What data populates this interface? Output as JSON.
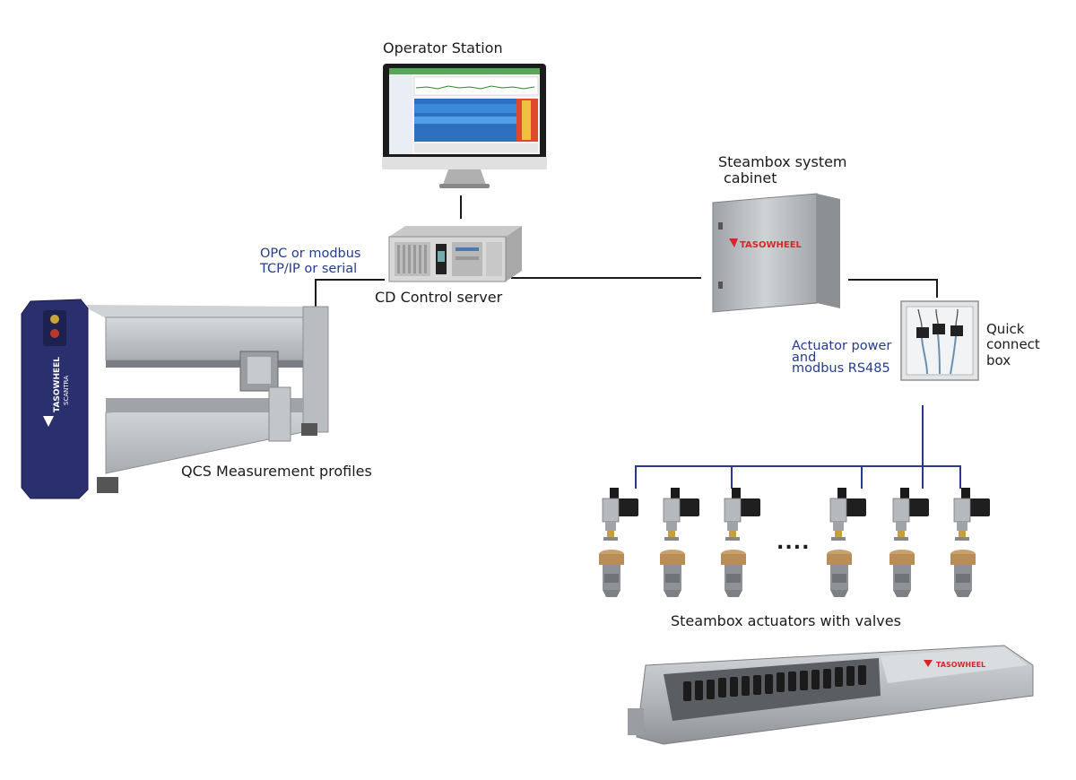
{
  "labels": {
    "operator_station": "Operator Station",
    "cd_control_server": "CD Control server",
    "protocol_line1": "OPC or modbus",
    "protocol_line2": "TCP/IP or serial",
    "steambox_cabinet_line1": "Steambox system",
    "steambox_cabinet_line2": "cabinet",
    "quick_connect_line1": "Quick",
    "quick_connect_line2": "connect",
    "quick_connect_line3": "box",
    "actuator_power_line1": "Actuator power",
    "actuator_power_line2": "and",
    "actuator_power_line3": "modbus RS485",
    "qcs": "QCS Measurement profiles",
    "actuators": "Steambox actuators with valves",
    "ellipsis": "....",
    "brand": "TASOWHEEL",
    "brand_sub": "SCANTRA"
  },
  "colors": {
    "brand_red": "#d7262b",
    "protocol_blue": "#233c8c",
    "bus_blue": "#2b3a8f",
    "scanner_navy": "#2a2f6e",
    "steel": "#c4c8cc"
  },
  "icons": [
    "monitor-icon",
    "server-rack-icon",
    "cabinet-icon",
    "junction-box-icon",
    "scanner-icon",
    "actuator-icon",
    "valve-icon",
    "steambox-icon"
  ]
}
